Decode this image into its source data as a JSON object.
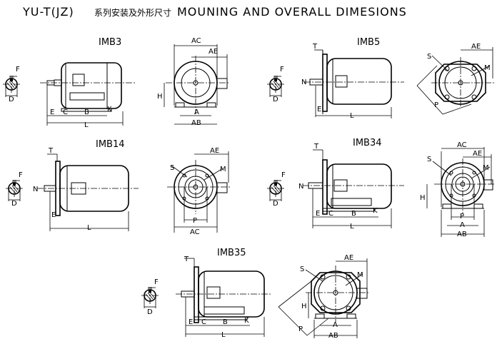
{
  "title": {
    "model": "YU-T(JZ)",
    "chinese": "系列安装及外形尺寸",
    "english": "MOUNING AND OVERALL DIMESIONS"
  },
  "mountings": [
    {
      "name": "IMB3"
    },
    {
      "name": "IMB5"
    },
    {
      "name": "IMB14"
    },
    {
      "name": "IMB34"
    },
    {
      "name": "IMB35"
    }
  ],
  "dims": {
    "F": "F",
    "D": "D",
    "E": "E",
    "C": "C",
    "B": "B",
    "K": "K",
    "L": "L",
    "H": "H",
    "A": "A",
    "AB": "AB",
    "AC": "AC",
    "AE": "AE",
    "T": "T",
    "N": "N",
    "S": "S",
    "M": "M",
    "P": "P"
  }
}
